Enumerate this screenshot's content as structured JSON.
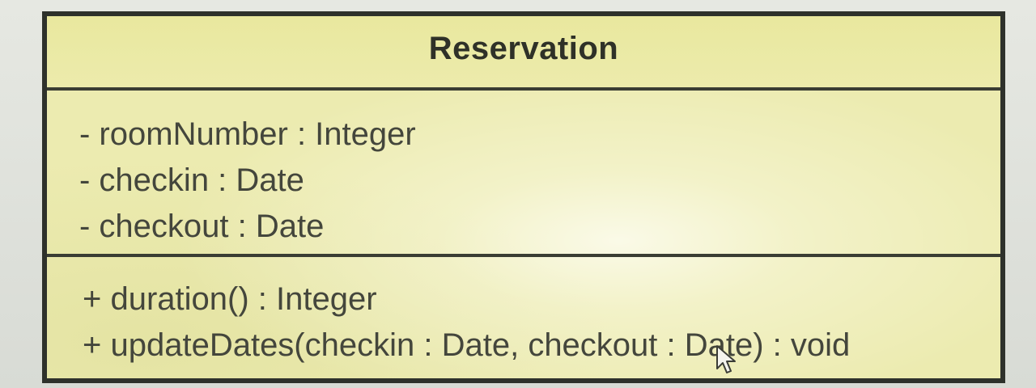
{
  "uml_class": {
    "name": "Reservation",
    "attributes": [
      "- roomNumber : Integer",
      "- checkin : Date",
      "- checkout : Date"
    ],
    "operations": [
      "+ duration() : Integer",
      "+ updateDates(checkin : Date, checkout : Date) : void"
    ]
  },
  "colors": {
    "class_fill": "#ecebb0",
    "border": "#2e312b",
    "text": "#44463c"
  },
  "icons": {
    "cursor": "mouse-pointer-icon"
  }
}
